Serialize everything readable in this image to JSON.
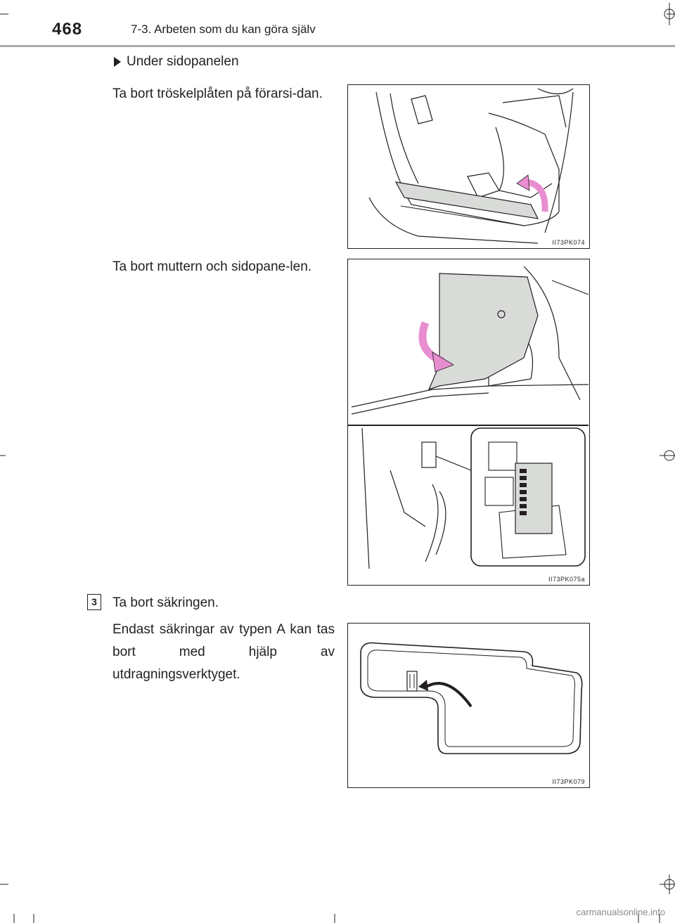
{
  "header": {
    "page_number": "468",
    "section_title": "7-3. Arbeten som du kan göra själv"
  },
  "content": {
    "heading": "Under sidopanelen",
    "step1_text": "Ta bort tröskelplåten på förarsi-dan.",
    "step2_text": "Ta bort muttern och sidopane-len.",
    "step3_number": "3",
    "step3_text": "Ta bort säkringen.",
    "step3_note": "Endast säkringar av typen A kan tas bort med hjälp av utdragningsverktyget."
  },
  "figures": {
    "fig1_code": "II73PK074",
    "fig2_code": "II73PK075a",
    "fig3_code": "II73PK079"
  },
  "icons": {
    "bullet": "triangle-right-icon",
    "arrow_color": "#e88ed0"
  },
  "footer": {
    "watermark": "carmanualsonline.info"
  }
}
